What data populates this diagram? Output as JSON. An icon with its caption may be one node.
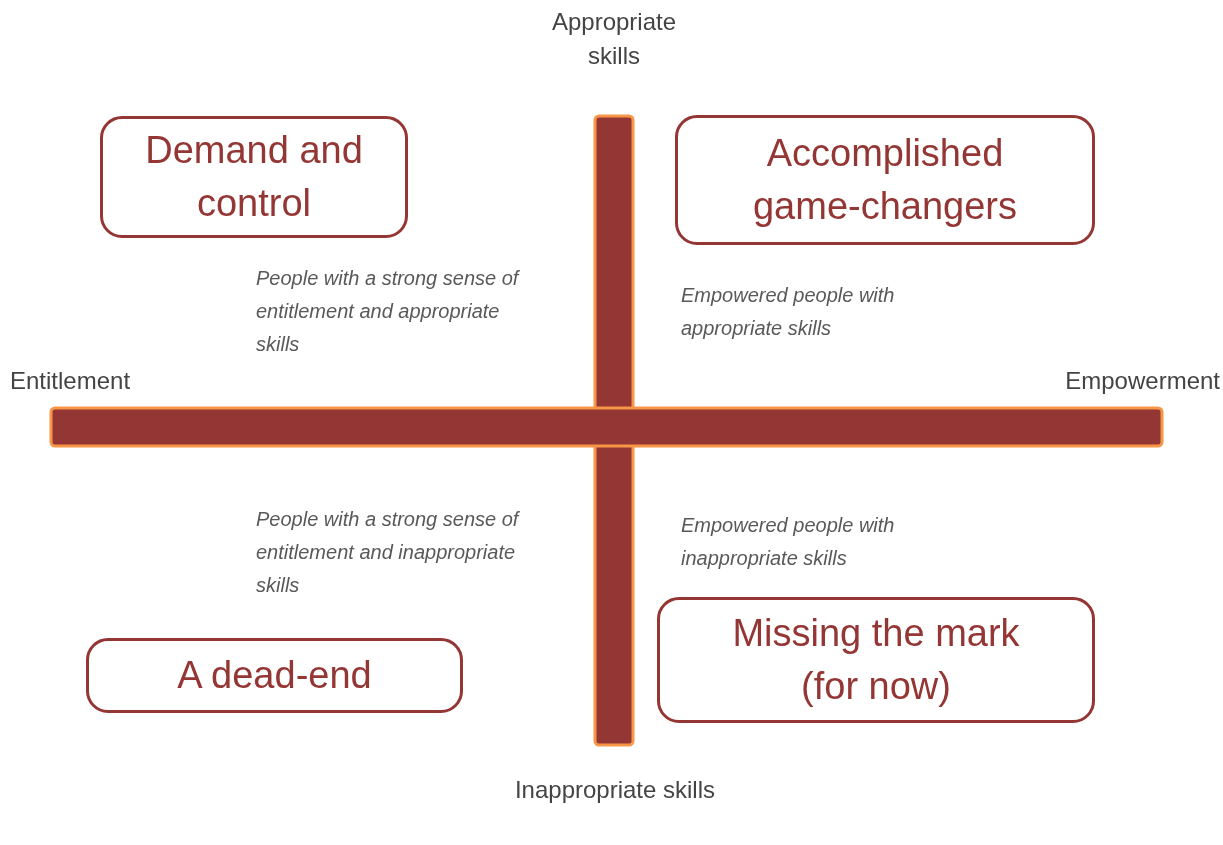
{
  "diagram": {
    "nodes": [
      {
        "text": [
          "Demand and control"
        ]
      },
      {
        "text": [
          "Accomplished game-changers"
        ]
      },
      {
        "text": [
          "Missing the mark (for now)"
        ]
      },
      {
        "text": [
          "A dead-end"
        ]
      }
    ],
    "edges": [],
    "labels": [
      "Appropriate skills",
      "People with a strong sense of entitlement and appropriate skills",
      "Empowered people with appropriate skills",
      "Entitlement",
      "Empowerment",
      "People with a strong sense of entitlement and inappropriate skills",
      "Empowered people with inappropriate skills",
      "Inappropriate skills"
    ]
  }
}
